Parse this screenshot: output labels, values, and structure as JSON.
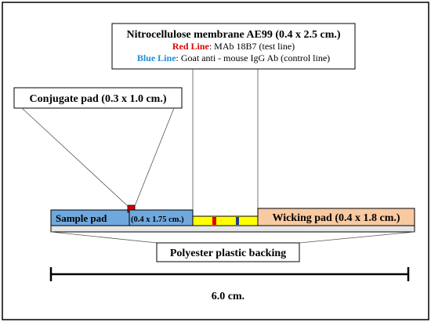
{
  "membrane_callout": {
    "title": "Nitrocellulose membrane AE99 (0.4 x 2.5 cm.)",
    "red_line_label": "Red Line",
    "red_line_desc": ": MAb 18B7 (test line)",
    "blue_line_label": "Blue Line",
    "blue_line_desc": ": Goat anti - mouse IgG Ab (control line)"
  },
  "conjugate_callout": {
    "title": "Conjugate pad (0.3 x 1.0 cm.)"
  },
  "strip": {
    "sample_pad_label": "Sample pad",
    "sample_pad_dims": "(0.4 x 1.75 cm.)",
    "wicking_pad_label": "Wicking pad (0.4 x 1.8 cm.)",
    "backing_label": "Polyester plastic backing"
  },
  "scale": {
    "length_label": "6.0 cm."
  },
  "colors": {
    "sample_pad": "#6fa8dc",
    "membrane": "#ffff00",
    "wicking_pad": "#f9c9a1",
    "conjugate": "#d40000",
    "red_line": "#e00000",
    "blue_line": "#1f3a8a",
    "red_text": "#e00000",
    "blue_text": "#1f8fd6",
    "backing": "#e6e6e6"
  }
}
